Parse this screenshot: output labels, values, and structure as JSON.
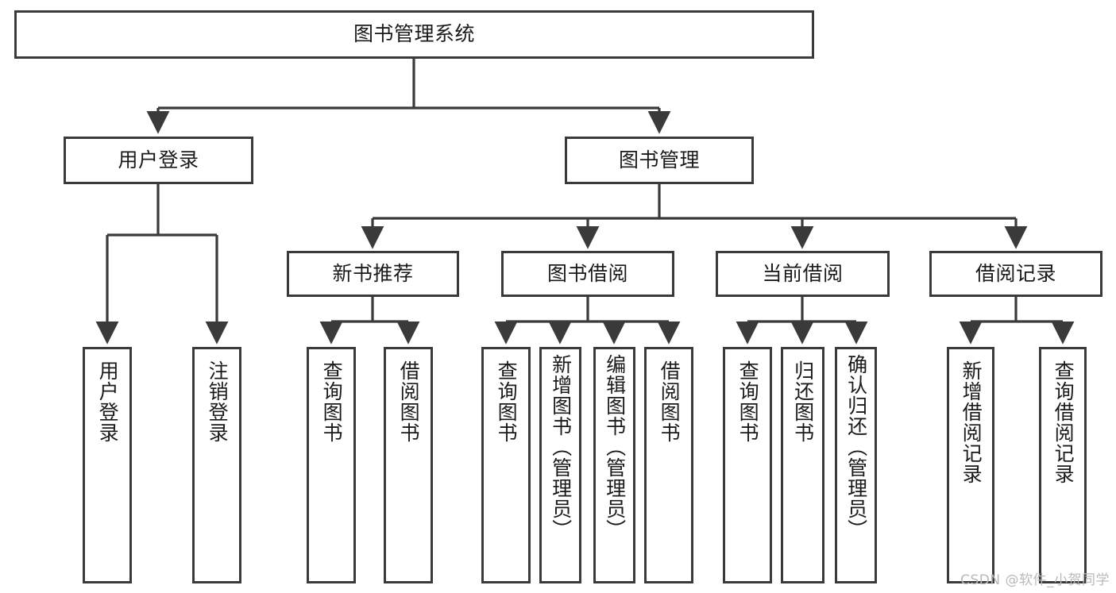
{
  "diagram": {
    "title": "图书管理系统",
    "type": "tree-hierarchy",
    "watermark": "CSDN @软件_小贺同学",
    "colors": {
      "box_border": "#3a3a3a",
      "box_fill": "#ffffff",
      "connector": "#3a3a3a",
      "text": "#1a1a1a",
      "watermark": "#b9b9b9",
      "background": "#ffffff"
    },
    "nodes": {
      "root": {
        "label": "图书管理系统"
      },
      "level2": [
        {
          "id": "user-login",
          "label": "用户登录"
        },
        {
          "id": "book-manage",
          "label": "图书管理"
        }
      ],
      "level3": [
        {
          "id": "new-book-recommend",
          "label": "新书推荐"
        },
        {
          "id": "book-borrow",
          "label": "图书借阅"
        },
        {
          "id": "current-borrow",
          "label": "当前借阅"
        },
        {
          "id": "borrow-record",
          "label": "借阅记录"
        }
      ],
      "leaves": [
        {
          "id": "leaf-user-login",
          "label": "用户登录",
          "parent": "user-login"
        },
        {
          "id": "leaf-logout",
          "label": "注销登录",
          "parent": "user-login"
        },
        {
          "id": "leaf-query-book-1",
          "label": "查询图书",
          "parent": "new-book-recommend"
        },
        {
          "id": "leaf-borrow-book-1",
          "label": "借阅图书",
          "parent": "new-book-recommend"
        },
        {
          "id": "leaf-query-book-2",
          "label": "查询图书",
          "parent": "book-borrow"
        },
        {
          "id": "leaf-add-book",
          "label": "新增图书（管理员）",
          "parent": "book-borrow"
        },
        {
          "id": "leaf-edit-book",
          "label": "编辑图书（管理员）",
          "parent": "book-borrow"
        },
        {
          "id": "leaf-borrow-book-2",
          "label": "借阅图书",
          "parent": "book-borrow"
        },
        {
          "id": "leaf-query-book-3",
          "label": "查询图书",
          "parent": "current-borrow"
        },
        {
          "id": "leaf-return-book",
          "label": "归还图书",
          "parent": "current-borrow"
        },
        {
          "id": "leaf-confirm-return",
          "label": "确认归还（管理员）",
          "parent": "current-borrow"
        },
        {
          "id": "leaf-add-record",
          "label": "新增借阅记录",
          "parent": "borrow-record"
        },
        {
          "id": "leaf-query-record",
          "label": "查询借阅记录",
          "parent": "borrow-record"
        }
      ]
    }
  }
}
